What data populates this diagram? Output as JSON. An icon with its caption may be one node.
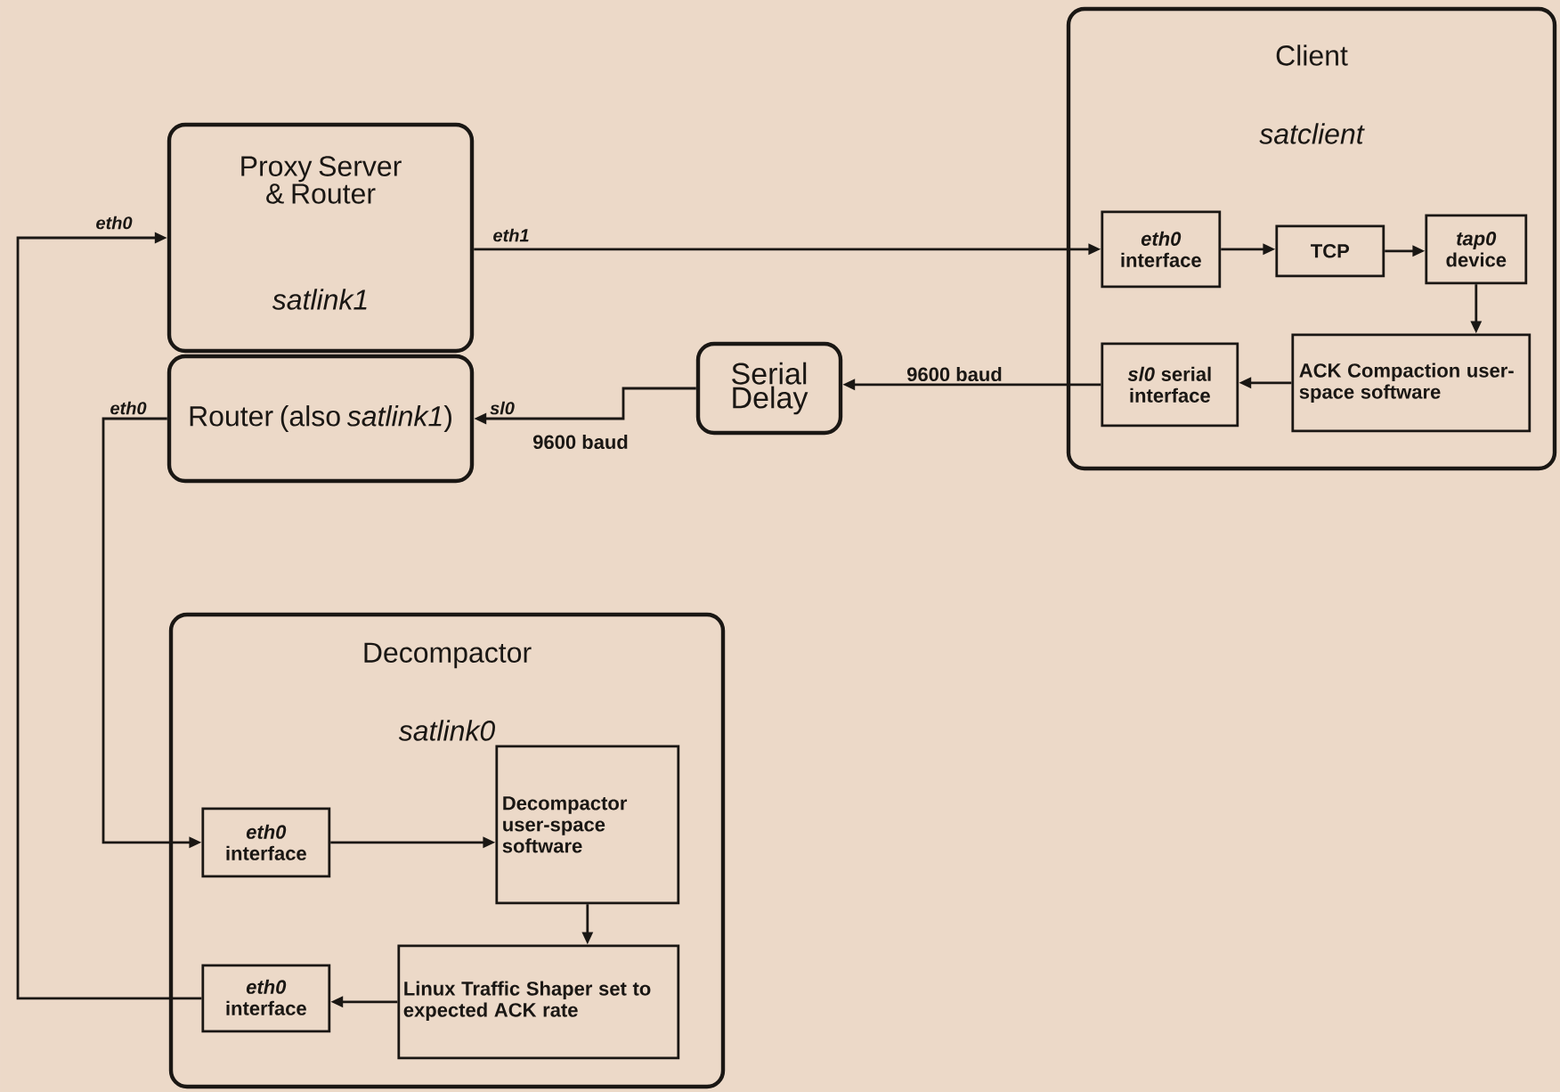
{
  "diagram": {
    "nodes": [
      {
        "text": [
          "Proxy Server & Router",
          "satlink1"
        ]
      },
      {
        "text": [
          "Router (also *satlink1*)"
        ]
      },
      {
        "text": [
          "Serial Delay"
        ]
      },
      {
        "text": [
          "Client",
          "satclient"
        ]
      },
      {
        "text": [
          "*eth0* interface"
        ],
        "in": 3
      },
      {
        "text": [
          "TCP"
        ],
        "in": 3
      },
      {
        "text": [
          "*tap0* device"
        ],
        "in": 3
      },
      {
        "text": [
          "ACK Compaction user-space software"
        ],
        "in": 3
      },
      {
        "text": [
          "*sl0* serial interface"
        ],
        "in": 3
      },
      {
        "text": [
          "Decompactor",
          "satlink0"
        ]
      },
      {
        "text": [
          "*eth0* interface"
        ],
        "in": 9
      },
      {
        "text": [
          "Decompactor user-space software"
        ],
        "in": 9
      },
      {
        "text": [
          "Linux Traffic Shaper set to expected ACK rate"
        ],
        "in": 9
      },
      {
        "text": [
          "*eth0* interface"
        ],
        "in": 9
      }
    ],
    "edges": [
      {
        "from": 0,
        "to": 4,
        "arrow": "to"
      },
      {
        "from": 4,
        "to": 5,
        "arrow": "to"
      },
      {
        "from": 5,
        "to": 6,
        "arrow": "to"
      },
      {
        "from": 6,
        "to": 7,
        "arrow": "to"
      },
      {
        "from": 7,
        "to": 8,
        "arrow": "to"
      },
      {
        "from": 8,
        "to": 2,
        "arrow": "to",
        "label": "9600 baud"
      },
      {
        "from": 2,
        "to": 1,
        "arrow": "to",
        "label": "9600 baud"
      },
      {
        "from": 1,
        "to": 10,
        "arrow": "to"
      },
      {
        "from": 10,
        "to": 11,
        "arrow": "to"
      },
      {
        "from": 11,
        "to": 12,
        "arrow": "to"
      },
      {
        "from": 12,
        "to": 13,
        "arrow": "to"
      },
      {
        "from": 13,
        "to": 0,
        "arrow": "to"
      }
    ],
    "labels": [
      "eth0",
      "eth1",
      "eth0",
      "sl0"
    ]
  }
}
